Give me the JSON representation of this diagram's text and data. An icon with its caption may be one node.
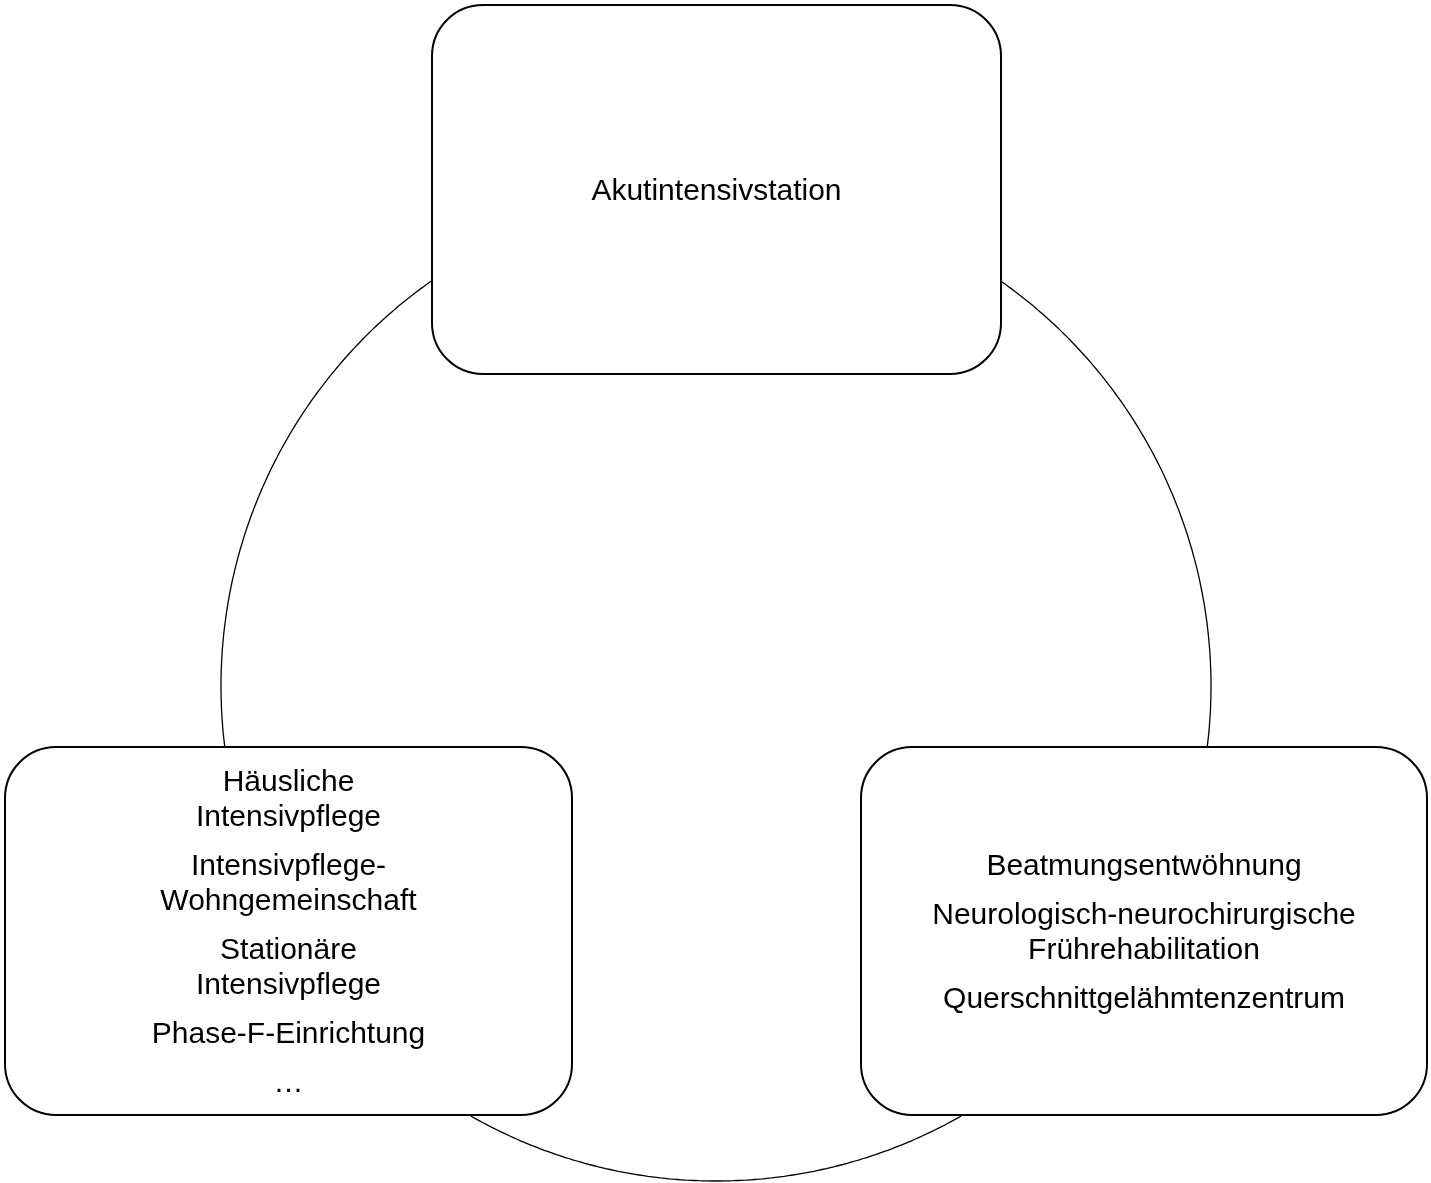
{
  "diagram": {
    "nodes": [
      {
        "text": [
          "Akutintensivstation"
        ]
      },
      {
        "text": [
          "Häusliche Intensivpflege",
          "Intensivpflege- Wohngemeinschaft",
          "Stationäre Intensivpflege",
          "Phase-F-Einrichtung",
          "…"
        ]
      },
      {
        "text": [
          "Beatmungsentwöhnung",
          "Neurologisch-neurochirurgische Frührehabilitation",
          "Querschnittgelähmtenzentrum"
        ]
      }
    ],
    "edges": [
      {
        "from": 0,
        "to": 1,
        "arrow": "none"
      },
      {
        "from": 0,
        "to": 2,
        "arrow": "none"
      },
      {
        "from": 1,
        "to": 2,
        "arrow": "none"
      }
    ]
  }
}
